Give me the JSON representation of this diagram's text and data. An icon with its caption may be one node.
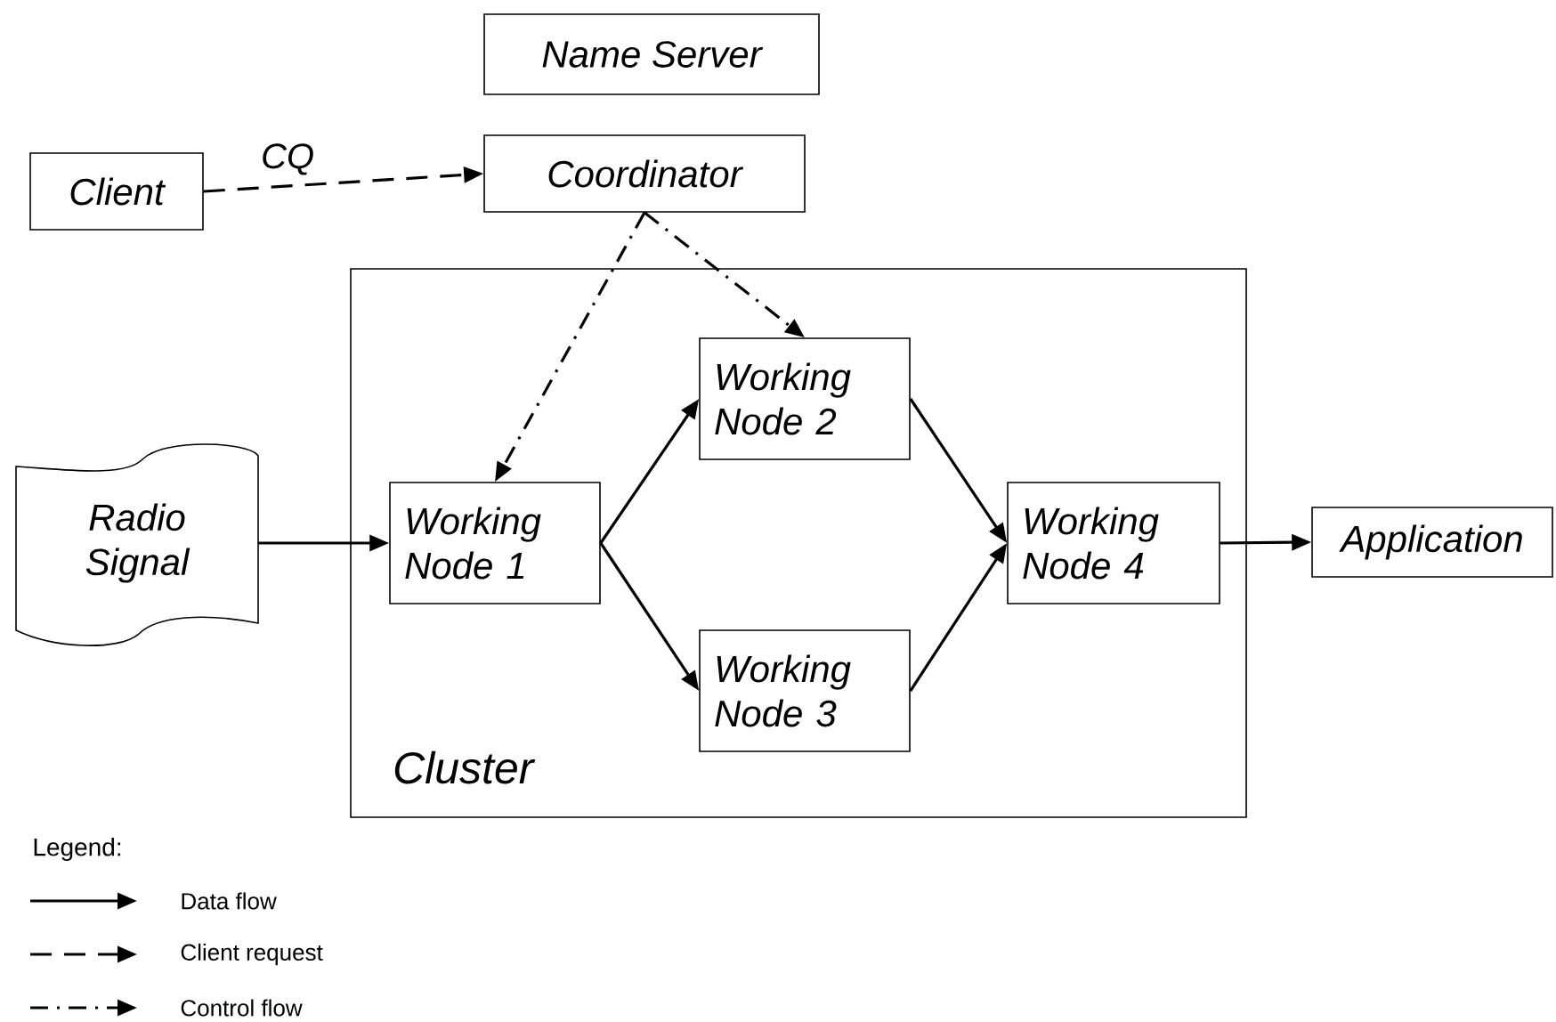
{
  "diagram": {
    "nodes": [
      {
        "text": [
          "Name Server"
        ]
      },
      {
        "text": [
          "Client"
        ]
      },
      {
        "text": [
          "Coordinator"
        ]
      },
      {
        "text": [
          "Cluster"
        ]
      },
      {
        "text": [
          "Radio Signal"
        ]
      },
      {
        "text": [
          "Working Node 1"
        ],
        "in": 3
      },
      {
        "text": [
          "Working Node 2"
        ],
        "in": 3
      },
      {
        "text": [
          "Working Node 3"
        ],
        "in": 3
      },
      {
        "text": [
          "Working Node 4"
        ],
        "in": 3
      },
      {
        "text": [
          "Application"
        ]
      }
    ],
    "edges": [
      {
        "from": 1,
        "to": 2,
        "arrow": "to",
        "label": "CQ",
        "style": "dashed"
      },
      {
        "from": 2,
        "to": 5,
        "arrow": "to",
        "style": "dashed"
      },
      {
        "from": 2,
        "to": 6,
        "arrow": "to",
        "style": "dashed"
      },
      {
        "from": 4,
        "to": 5,
        "arrow": "to"
      },
      {
        "from": 5,
        "to": 6,
        "arrow": "to"
      },
      {
        "from": 5,
        "to": 7,
        "arrow": "to"
      },
      {
        "from": 6,
        "to": 8,
        "arrow": "to"
      },
      {
        "from": 7,
        "to": 8,
        "arrow": "to"
      },
      {
        "from": 8,
        "to": 9,
        "arrow": "to"
      }
    ],
    "labels": [
      "Legend:"
    ],
    "legend": [
      {
        "text": "Data flow"
      },
      {
        "text": "Client request"
      },
      {
        "text": "Control flow"
      }
    ]
  }
}
